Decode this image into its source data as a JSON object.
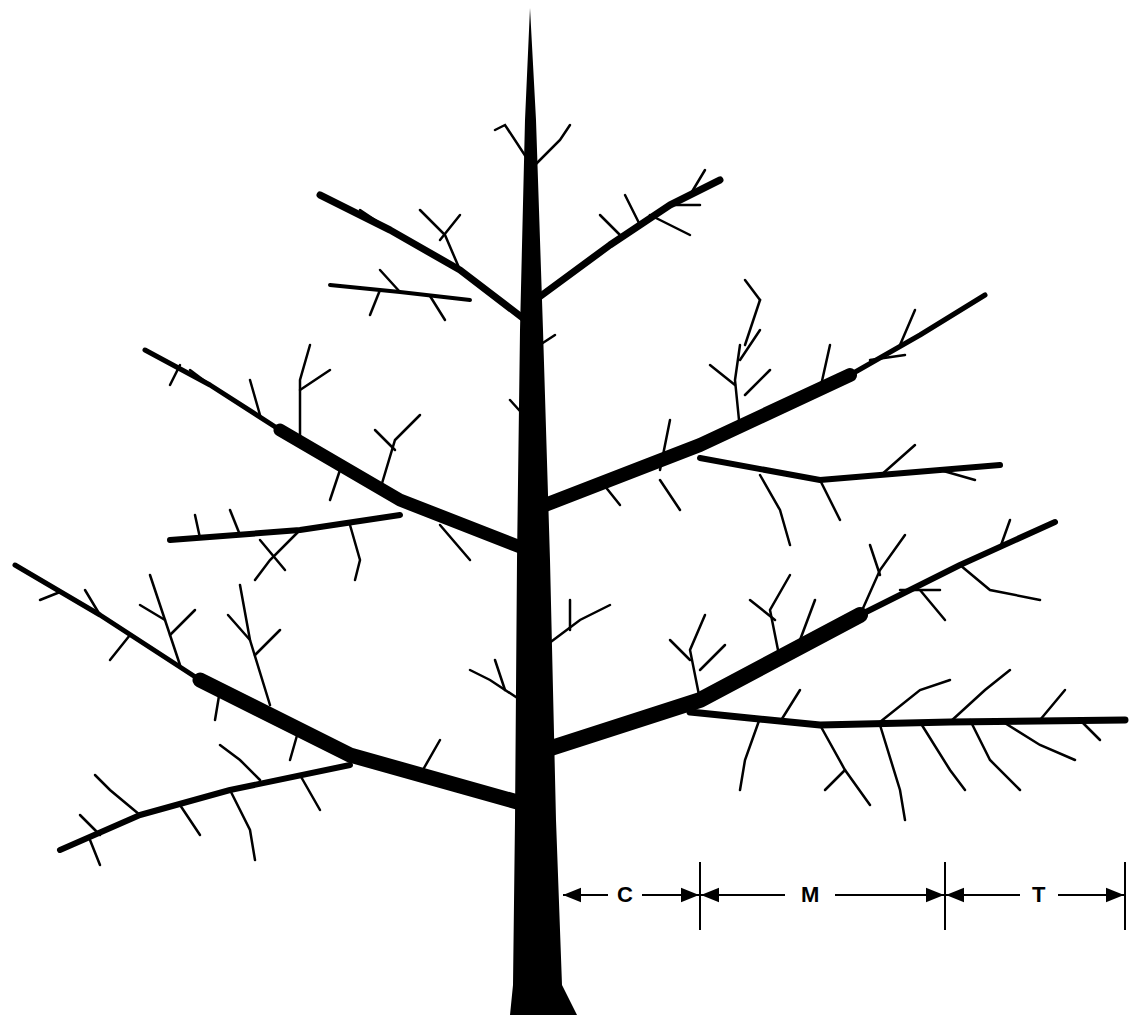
{
  "diagram": {
    "labels": [
      "C",
      "M",
      "T"
    ]
  }
}
